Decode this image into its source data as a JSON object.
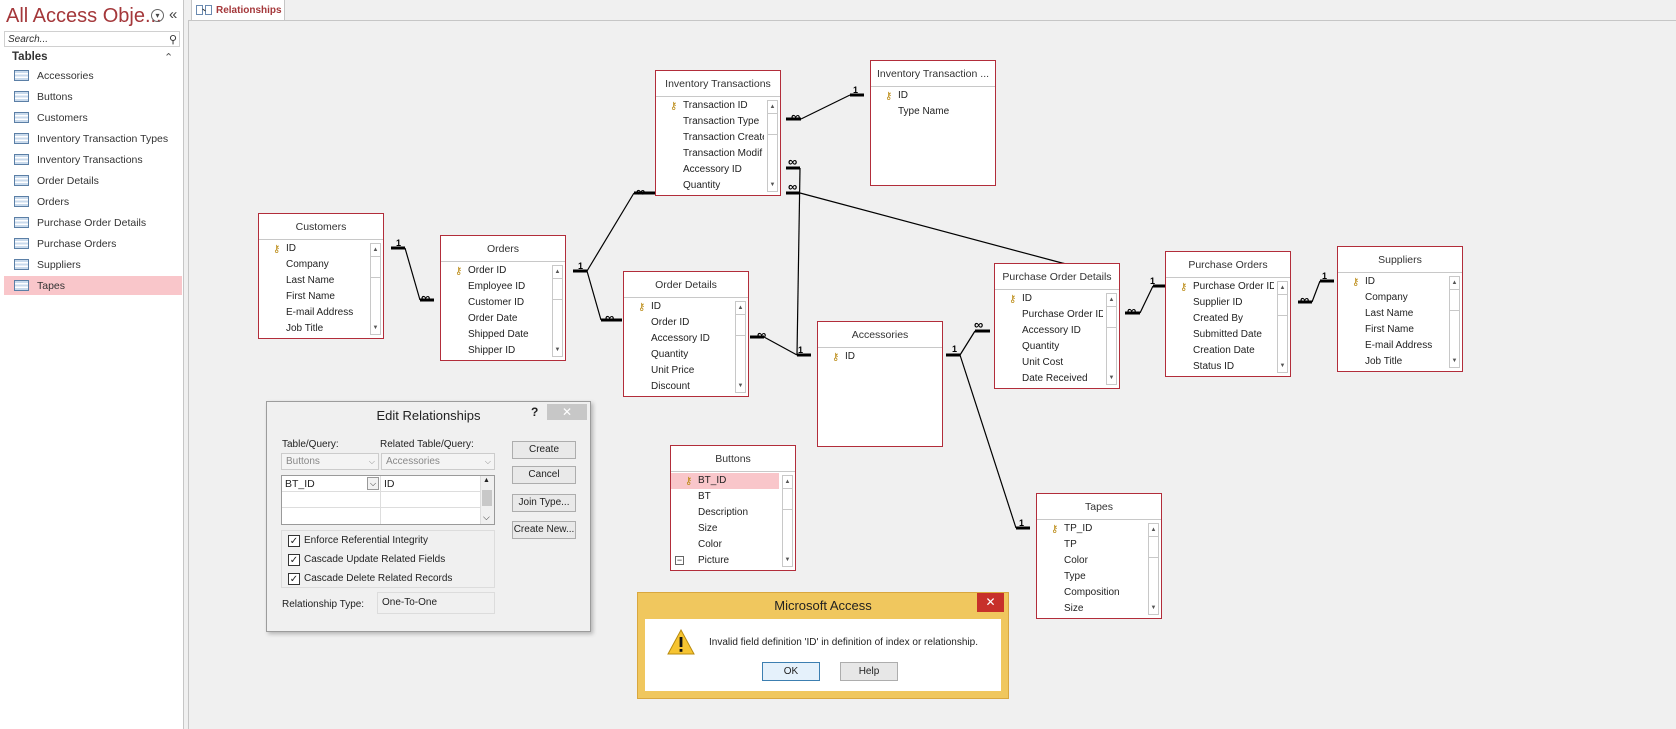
{
  "nav": {
    "title": "All Access Obje...",
    "search_placeholder": "Search...",
    "group_label": "Tables",
    "items": [
      {
        "label": "Accessories"
      },
      {
        "label": "Buttons"
      },
      {
        "label": "Customers"
      },
      {
        "label": "Inventory Transaction Types"
      },
      {
        "label": "Inventory Transactions"
      },
      {
        "label": "Order Details"
      },
      {
        "label": "Orders"
      },
      {
        "label": "Purchase Order Details"
      },
      {
        "label": "Purchase Orders"
      },
      {
        "label": "Suppliers"
      },
      {
        "label": "Tapes"
      }
    ],
    "selected_item": "Tapes"
  },
  "tab": {
    "label": "Relationships"
  },
  "tables": {
    "customers": {
      "title": "Customers",
      "fields": [
        "ID",
        "Company",
        "Last Name",
        "First Name",
        "E-mail Address",
        "Job Title"
      ]
    },
    "orders": {
      "title": "Orders",
      "fields": [
        "Order ID",
        "Employee ID",
        "Customer ID",
        "Order Date",
        "Shipped Date",
        "Shipper ID"
      ]
    },
    "inv_trans": {
      "title": "Inventory Transactions",
      "fields": [
        "Transaction ID",
        "Transaction Type",
        "Transaction Create",
        "Transaction Modif",
        "Accessory ID",
        "Quantity"
      ]
    },
    "inv_trans_types": {
      "title": "Inventory Transaction ...",
      "fields": [
        "ID",
        "Type Name"
      ]
    },
    "order_details": {
      "title": "Order Details",
      "fields": [
        "ID",
        "Order ID",
        "Accessory ID",
        "Quantity",
        "Unit Price",
        "Discount"
      ]
    },
    "accessories": {
      "title": "Accessories",
      "fields": [
        "ID"
      ]
    },
    "po_details": {
      "title": "Purchase Order Details",
      "fields": [
        "ID",
        "Purchase Order ID",
        "Accessory ID",
        "Quantity",
        "Unit Cost",
        "Date Received"
      ]
    },
    "purchase_orders": {
      "title": "Purchase Orders",
      "fields": [
        "Purchase Order ID",
        "Supplier ID",
        "Created By",
        "Submitted Date",
        "Creation Date",
        "Status ID"
      ]
    },
    "suppliers": {
      "title": "Suppliers",
      "fields": [
        "ID",
        "Company",
        "Last Name",
        "First Name",
        "E-mail Address",
        "Job Title"
      ]
    },
    "buttons": {
      "title": "Buttons",
      "fields": [
        "BT_ID",
        "BT",
        "Description",
        "Size",
        "Color",
        "Picture"
      ]
    },
    "tapes": {
      "title": "Tapes",
      "fields": [
        "TP_ID",
        "TP",
        "Color",
        "Type",
        "Composition",
        "Size"
      ]
    }
  },
  "relationship_labels": {
    "one": "1",
    "many": "∞"
  },
  "edit_dialog": {
    "title": "Edit Relationships",
    "help": "?",
    "table_query_label": "Table/Query:",
    "related_label": "Related Table/Query:",
    "table_value": "Buttons",
    "related_value": "Accessories",
    "grid_left": "BT_ID",
    "grid_right": "ID",
    "enforce_label": "Enforce Referential Integrity",
    "cascade_update_label": "Cascade Update Related Fields",
    "cascade_delete_label": "Cascade Delete Related Records",
    "enforce_checked": true,
    "cascade_update_checked": true,
    "cascade_delete_checked": true,
    "reltype_label": "Relationship Type:",
    "reltype_value": "One-To-One",
    "buttons": {
      "create": "Create",
      "cancel": "Cancel",
      "join_type": "Join Type...",
      "create_new": "Create New..."
    }
  },
  "message_box": {
    "title": "Microsoft Access",
    "text": "Invalid field definition 'ID' in definition of index or relationship.",
    "ok": "OK",
    "help": "Help"
  },
  "colors": {
    "accent": "#a4373a",
    "table_border": "#b22d3a",
    "selection": "#f9c6ca",
    "msg_frame": "#f0c75e",
    "close_red": "#c7302a"
  }
}
